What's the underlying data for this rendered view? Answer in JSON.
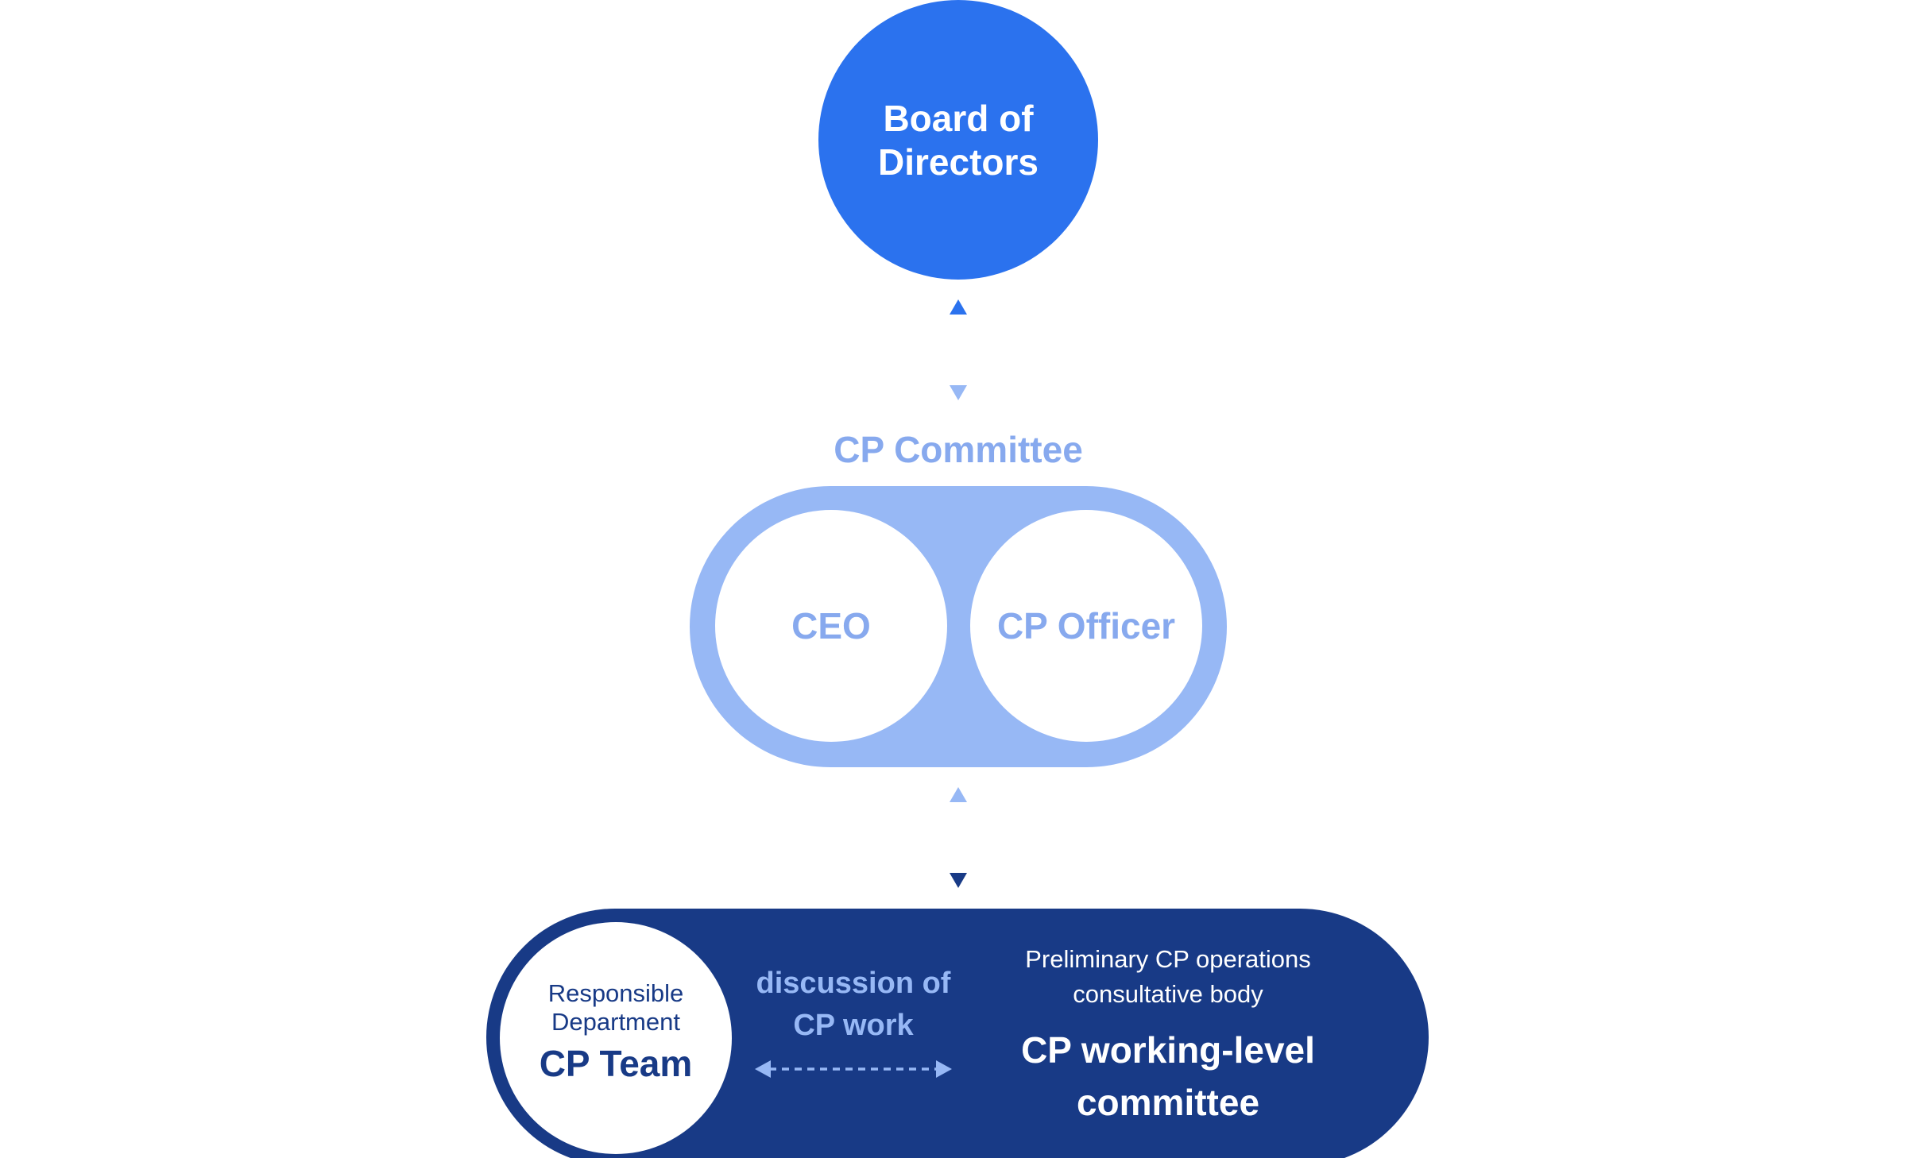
{
  "board": {
    "line1": "Board of",
    "line2": "Directors"
  },
  "committee": {
    "title": "CP Committee",
    "member_left": "CEO",
    "member_right": "CP Officer"
  },
  "working": {
    "dept_label_line1": "Responsible",
    "dept_label_line2": "Department",
    "team_name": "CP Team",
    "discussion_line1": "discussion of",
    "discussion_line2": "CP work",
    "prelim_line1": "Preliminary CP operations",
    "prelim_line2": "consultative body",
    "committee_line1": "CP working-level",
    "committee_line2": "committee"
  },
  "colors": {
    "board_blue": "#2B72EE",
    "committee_light_blue": "#97B8F5",
    "committee_text": "#87A9EE",
    "navy": "#183A86",
    "white": "#FFFFFF",
    "arrow_top": "#2B72EE",
    "arrow_light": "#97B8F5",
    "arrow_dark": "#183A86"
  }
}
